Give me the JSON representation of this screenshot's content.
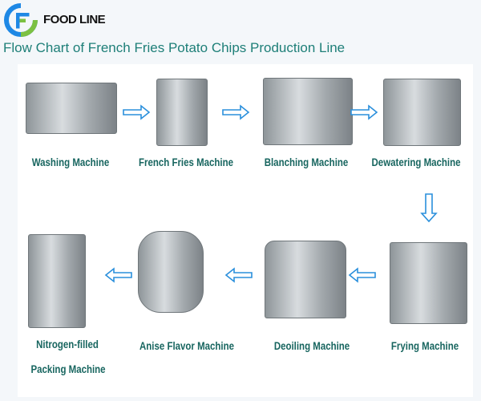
{
  "header": {
    "logo_text": "FOOD LINE",
    "title": "Flow Chart of French Fries Potato Chips Production Line"
  },
  "colors": {
    "label": "#17655f",
    "title": "#1e7f78",
    "arrow": "#2a8fdc"
  },
  "steps": [
    {
      "label": "Washing Machine"
    },
    {
      "label": "French Fries Machine"
    },
    {
      "label": "Blanching Machine"
    },
    {
      "label": "Dewatering Machine"
    },
    {
      "label": "Frying Machine"
    },
    {
      "label": "Deoiling Machine"
    },
    {
      "label": "Anise Flavor Machine"
    },
    {
      "label_line1": "Nitrogen-filled",
      "label_line2": "Packing Machine"
    }
  ],
  "arrows": [
    "arrow-right-icon",
    "arrow-right-icon",
    "arrow-right-icon",
    "arrow-down-icon",
    "arrow-left-icon",
    "arrow-left-icon",
    "arrow-left-icon"
  ]
}
